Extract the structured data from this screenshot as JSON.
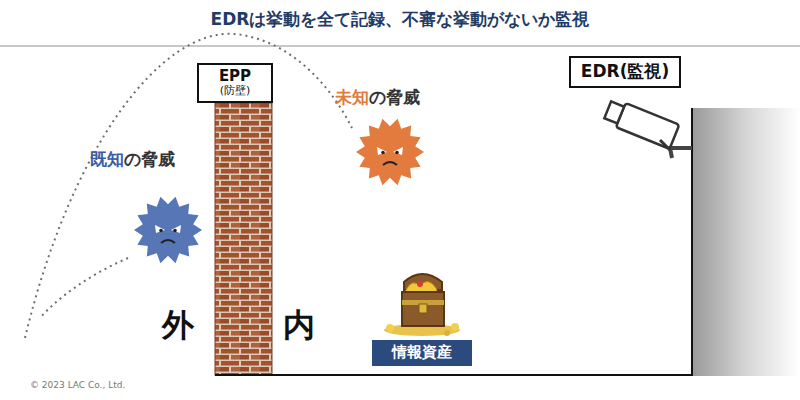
{
  "diagram": {
    "title": "EDRは挙動を全て記録、不審な挙動がないか監視",
    "nodes": [
      {
        "text": [
          "EPP",
          "(防壁)"
        ]
      },
      {
        "text": [
          "EDR(監視)"
        ]
      },
      {
        "text": [
          "情報資産"
        ]
      }
    ],
    "edges": [],
    "labels": [
      "既知",
      "の脅威",
      "未知",
      "の脅威",
      "外",
      "内",
      "© 2023 LAC Co., Ltd."
    ]
  }
}
